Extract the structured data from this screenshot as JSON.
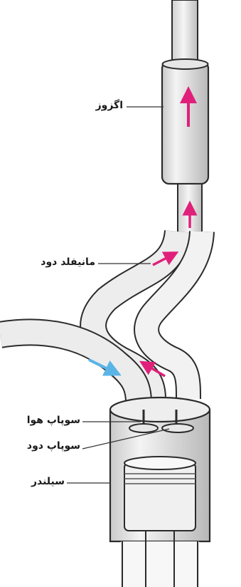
{
  "labels": {
    "exhaust": "اگزوز",
    "exhaust_manifold": "مانیفلد دود",
    "intake_valve": "سوپاپ هوا",
    "exhaust_valve": "سوپاپ دود",
    "cylinder": "سیلندر"
  },
  "colors": {
    "intake_flow": "#5ab4e6",
    "exhaust_flow": "#e0207a",
    "outline": "#2b2b2b",
    "shade": "#d8d8d8"
  }
}
